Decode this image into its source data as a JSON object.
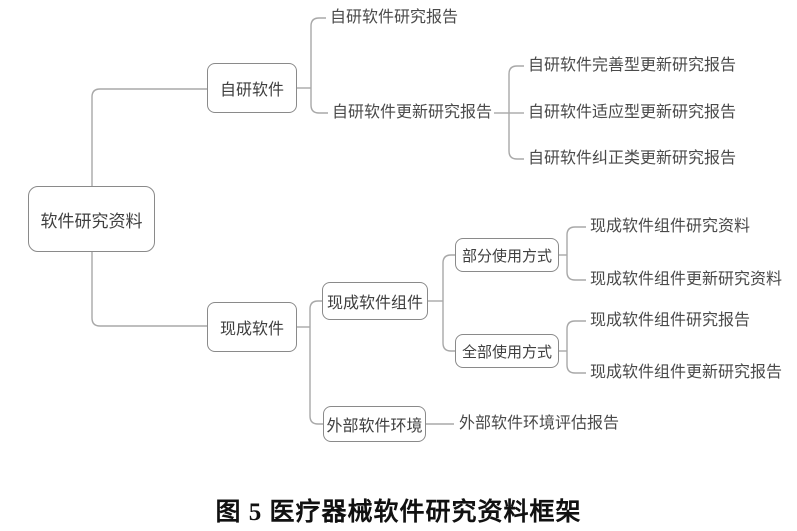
{
  "figure": {
    "caption": "图 5 医疗器械软件研究资料框架"
  },
  "colors": {
    "connector_line": "#a8a8a8",
    "node_border": "#8a8a8a",
    "node_text": "#3f3f3f",
    "leaf_text": "#4a4a4a",
    "caption_text": "#111111",
    "background": "#ffffff"
  },
  "tree": {
    "root": {
      "label": "软件研究资料"
    },
    "branches": [
      {
        "label": "自研软件",
        "children": [
          {
            "label": "自研软件研究报告"
          },
          {
            "label": "自研软件更新研究报告",
            "children": [
              {
                "label": "自研软件完善型更新研究报告"
              },
              {
                "label": "自研软件适应型更新研究报告"
              },
              {
                "label": "自研软件纠正类更新研究报告"
              }
            ]
          }
        ]
      },
      {
        "label": "现成软件",
        "children": [
          {
            "label": "现成软件组件",
            "children": [
              {
                "label": "部分使用方式",
                "children": [
                  {
                    "label": "现成软件组件研究资料"
                  },
                  {
                    "label": "现成软件组件更新研究资料"
                  }
                ]
              },
              {
                "label": "全部使用方式",
                "children": [
                  {
                    "label": "现成软件组件研究报告"
                  },
                  {
                    "label": "现成软件组件更新研究报告"
                  }
                ]
              }
            ]
          },
          {
            "label": "外部软件环境",
            "children": [
              {
                "label": "外部软件环境评估报告"
              }
            ]
          }
        ]
      }
    ]
  }
}
